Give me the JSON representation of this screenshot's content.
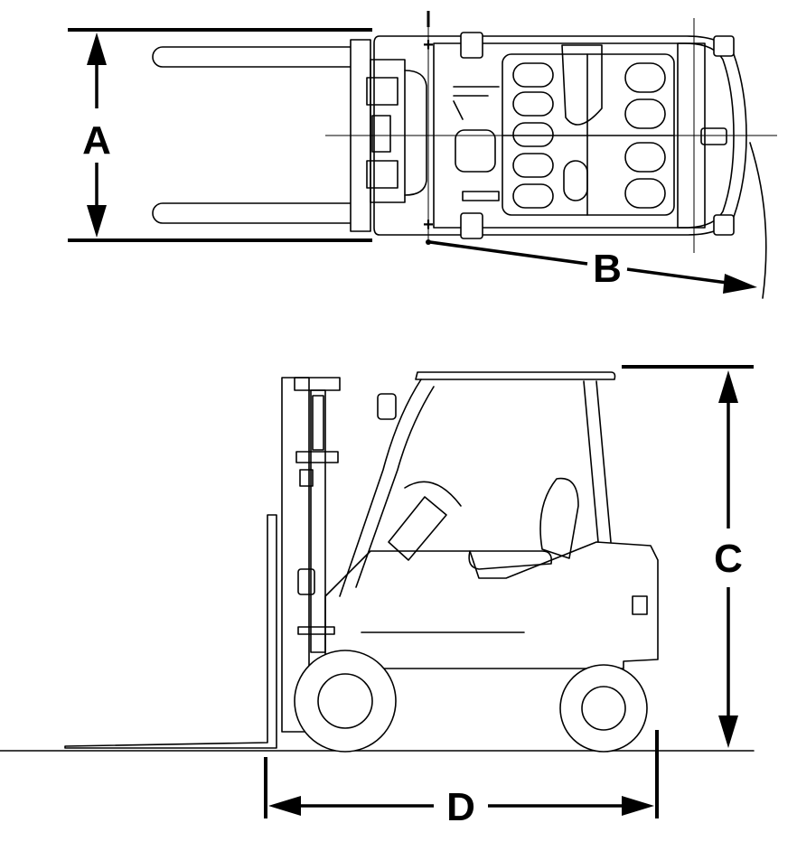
{
  "dimensions": {
    "a": "A",
    "b": "B",
    "c": "C",
    "d": "D"
  }
}
